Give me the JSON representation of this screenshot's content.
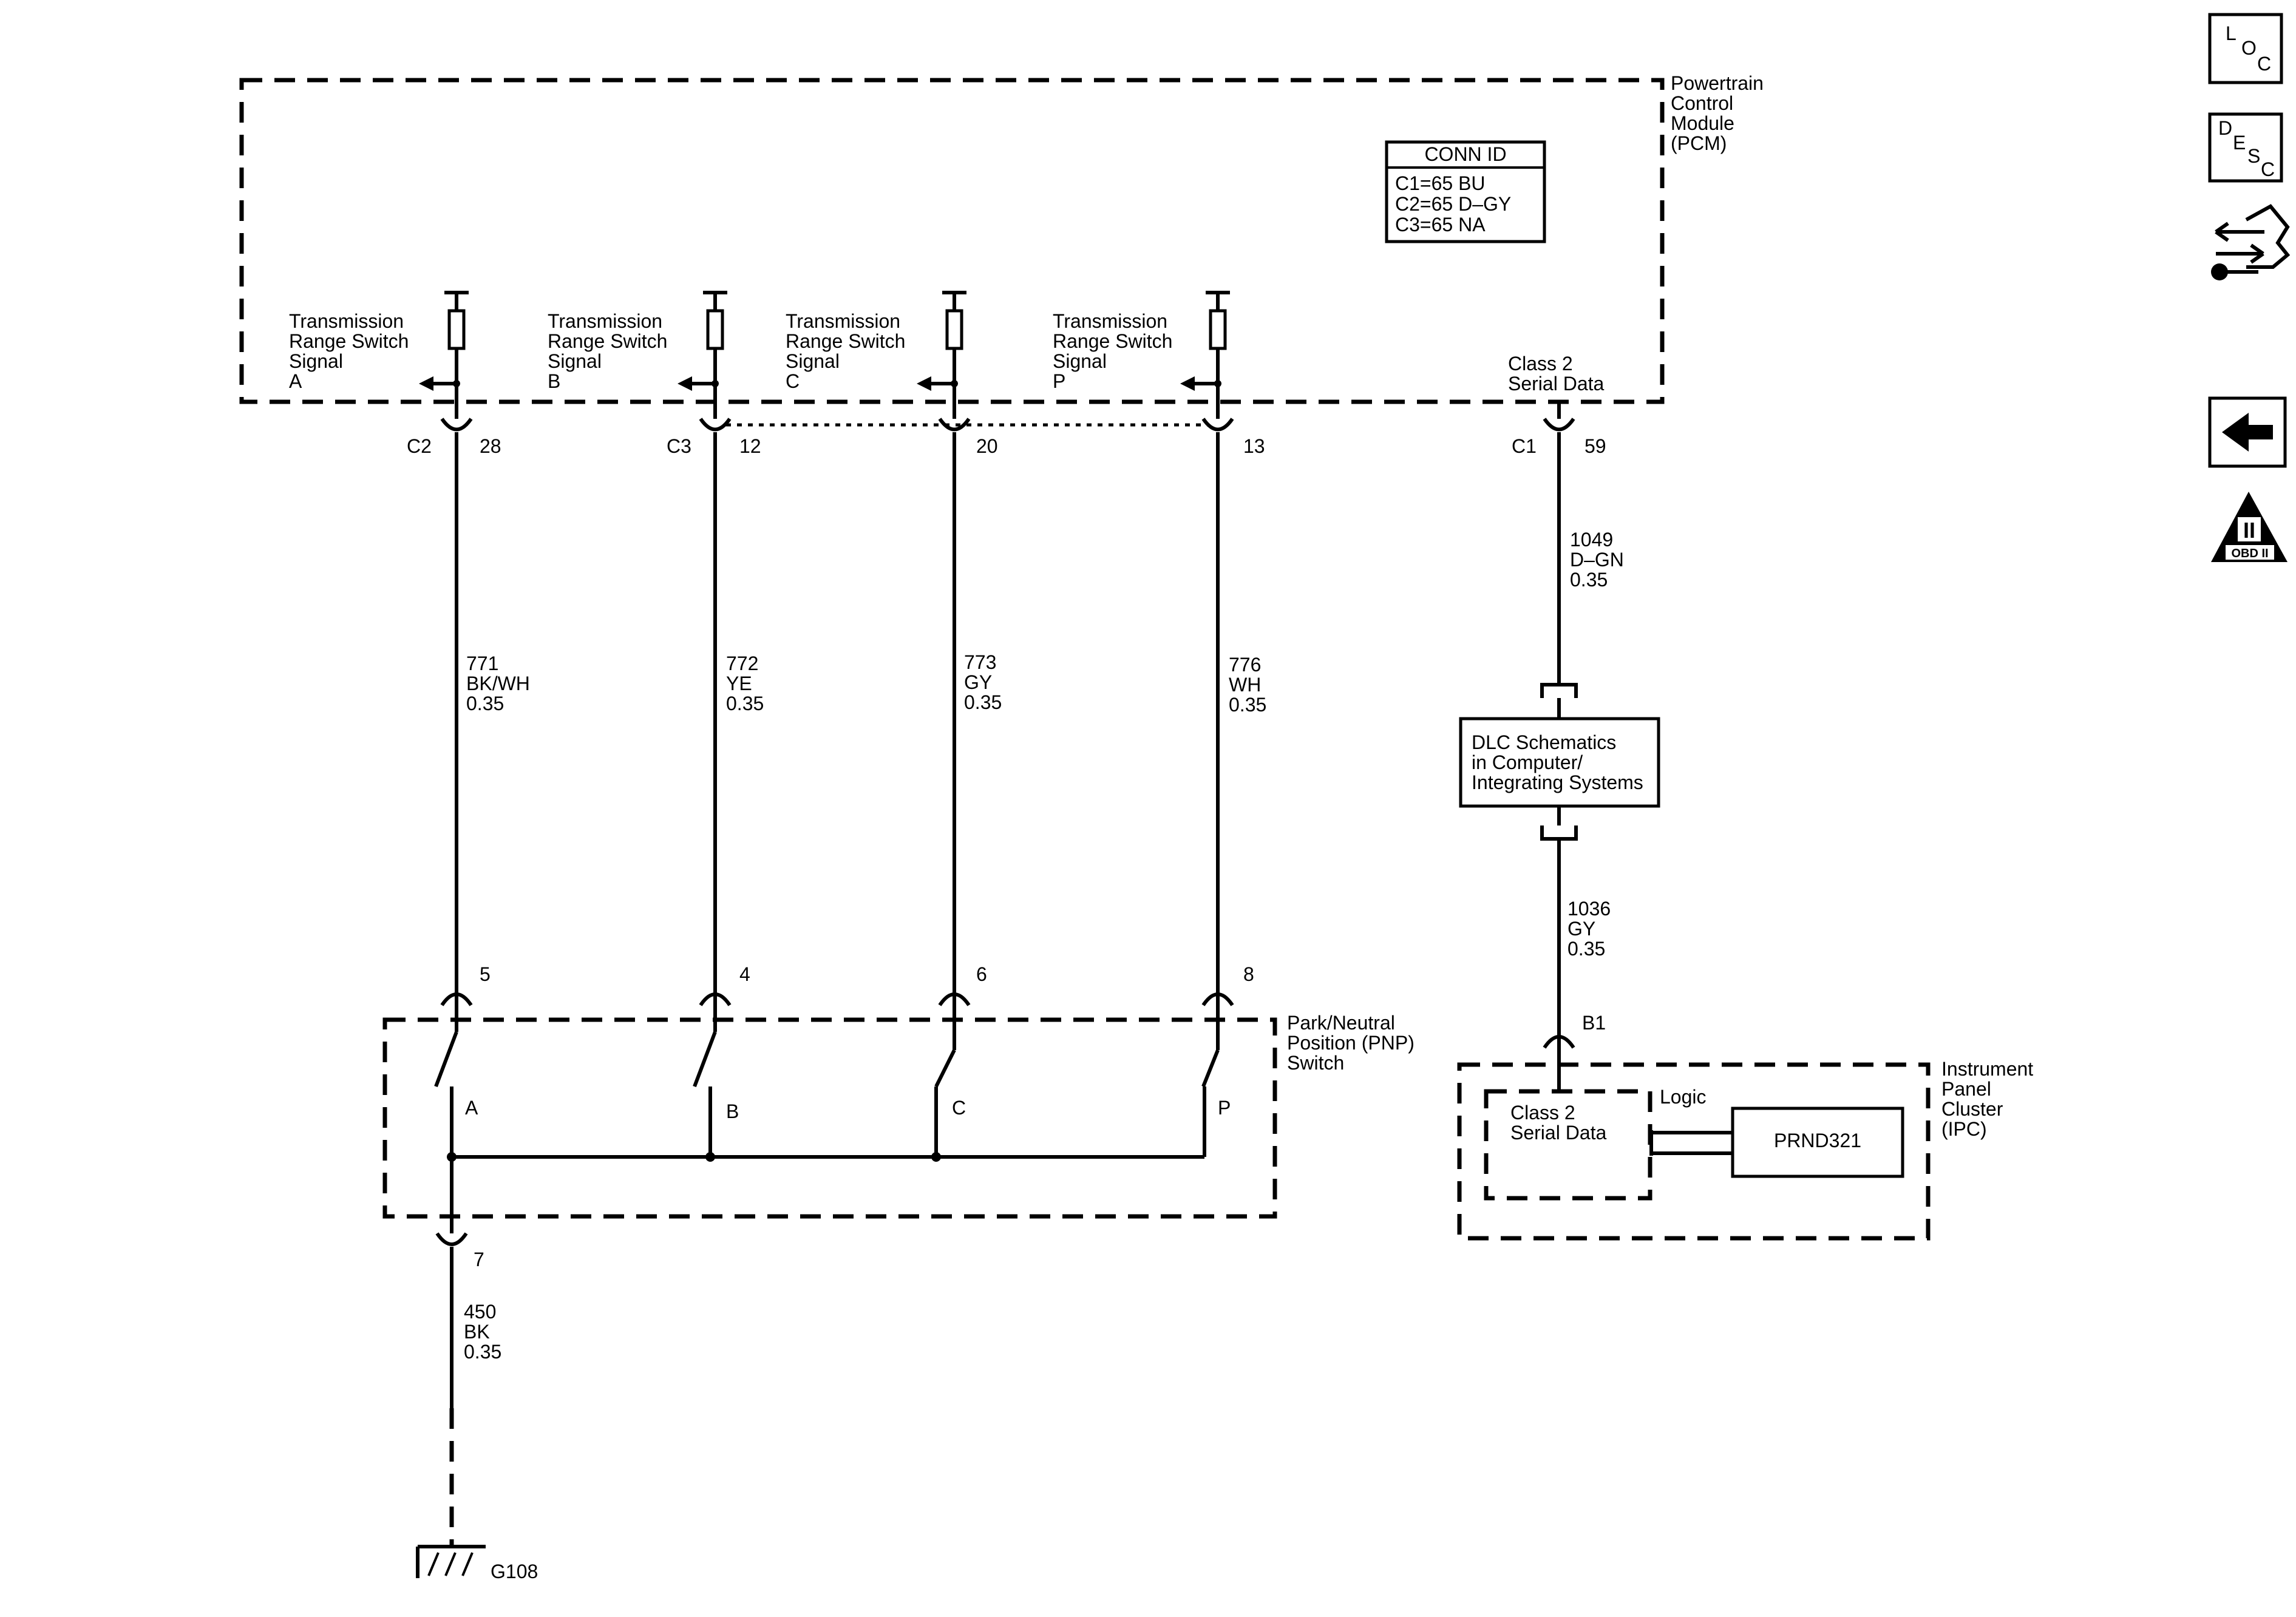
{
  "pcm": {
    "name_lines": [
      "Powertrain",
      "Control",
      "Module",
      "(PCM)"
    ],
    "conn_id": {
      "title": "CONN ID",
      "lines": [
        "C1=65 BU",
        "C2=65 D–GY",
        "C3=65 NA"
      ]
    },
    "signals": [
      {
        "lines": [
          "Transmission",
          "Range Switch",
          "Signal",
          "A"
        ],
        "connector": "C2",
        "pin": "28",
        "wire_lines": [
          "771",
          "BK/WH",
          "0.35"
        ],
        "pnp_pin": "5",
        "switch_label": "A"
      },
      {
        "lines": [
          "Transmission",
          "Range Switch",
          "Signal",
          "B"
        ],
        "connector": "C3",
        "pin": "12",
        "wire_lines": [
          "772",
          "YE",
          "0.35"
        ],
        "pnp_pin": "4",
        "switch_label": "B"
      },
      {
        "lines": [
          "Transmission",
          "Range Switch",
          "Signal",
          "C"
        ],
        "connector": "",
        "pin": "20",
        "wire_lines": [
          "773",
          "GY",
          "0.35"
        ],
        "pnp_pin": "6",
        "switch_label": "C"
      },
      {
        "lines": [
          "Transmission",
          "Range Switch",
          "Signal",
          "P"
        ],
        "connector": "",
        "pin": "13",
        "wire_lines": [
          "776",
          "WH",
          "0.35"
        ],
        "pnp_pin": "8",
        "switch_label": "P"
      }
    ],
    "class2": {
      "lines": [
        "Class 2",
        "Serial Data"
      ],
      "connector": "C1",
      "pin": "59"
    }
  },
  "class2_wire_upper": {
    "lines": [
      "1049",
      "D–GN",
      "0.35"
    ]
  },
  "dlc": {
    "lines": [
      "DLC Schematics",
      "in Computer/",
      "Integrating Systems"
    ]
  },
  "class2_wire_lower": {
    "lines": [
      "1036",
      "GY",
      "0.35"
    ]
  },
  "pnp": {
    "name_lines": [
      "Park/Neutral",
      "Position (PNP)",
      "Switch"
    ],
    "ground_pin": "7",
    "ground_wire_lines": [
      "450",
      "BK",
      "0.35"
    ],
    "ground_label": "G108"
  },
  "ipc": {
    "name_lines": [
      "Instrument",
      "Panel",
      "Cluster",
      "(IPC)"
    ],
    "pin": "B1",
    "class2_lines": [
      "Class 2",
      "Serial Data"
    ],
    "logic_label": "Logic",
    "display_label": "PRND321"
  },
  "side_icons": {
    "loc": [
      "L",
      "O",
      "C"
    ],
    "desc": [
      "D",
      "E",
      "S",
      "C"
    ],
    "obd": [
      "II",
      "OBD II"
    ],
    "back_icon": "arrow-left-icon",
    "connector_icon": "connector-tool-icon"
  }
}
